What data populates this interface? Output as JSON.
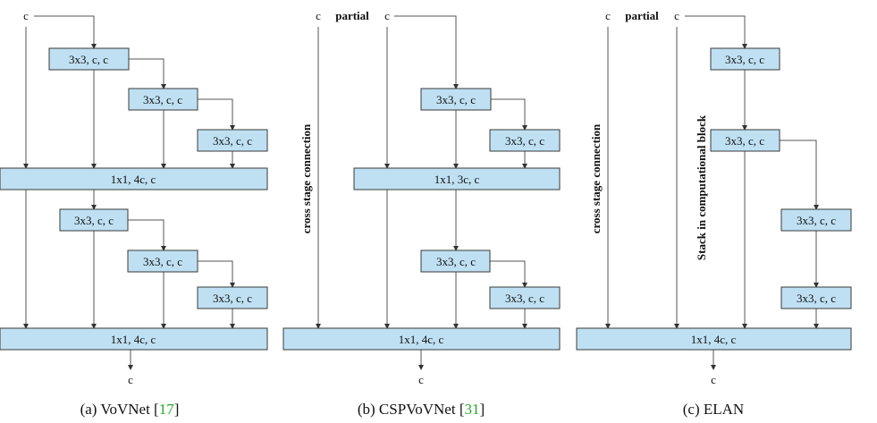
{
  "panels": {
    "vovnet": {
      "input": "c",
      "output": "c",
      "conv_a1": "3x3, c, c",
      "conv_a2": "3x3, c, c",
      "conv_a3": "3x3, c, c",
      "trans_a": "1x1, 4c, c",
      "conv_b1": "3x3, c, c",
      "conv_b2": "3x3, c, c",
      "conv_b3": "3x3, c, c",
      "trans_b": "1x1, 4c, c",
      "caption_prefix": "(a) VoVNet [",
      "caption_ref": "17",
      "caption_suffix": "]"
    },
    "cspvovnet": {
      "input_cross": "c",
      "partial": "partial",
      "input_main": "c",
      "cross_label": "cross stage connection",
      "conv_a1": "3x3, c, c",
      "conv_a2": "3x3, c, c",
      "trans_a": "1x1, 3c, c",
      "conv_b1": "3x3, c, c",
      "conv_b2": "3x3, c, c",
      "trans_b": "1x1, 4c, c",
      "output": "c",
      "caption_prefix": "(b) CSPVoVNet [",
      "caption_ref": "31",
      "caption_suffix": "]"
    },
    "elan": {
      "input_cross": "c",
      "partial": "partial",
      "input_main": "c",
      "cross_label": "cross stage connection",
      "stack_label": "Stack in computational block",
      "conv_1": "3x3, c, c",
      "conv_2": "3x3, c, c",
      "conv_3": "3x3, c, c",
      "conv_4": "3x3, c, c",
      "trans": "1x1, 4c, c",
      "output": "c",
      "caption": "(c) ELAN"
    }
  },
  "colors": {
    "box_fill": "#bfe0f2",
    "line": "#555555",
    "ref_link": "#22aa22"
  }
}
